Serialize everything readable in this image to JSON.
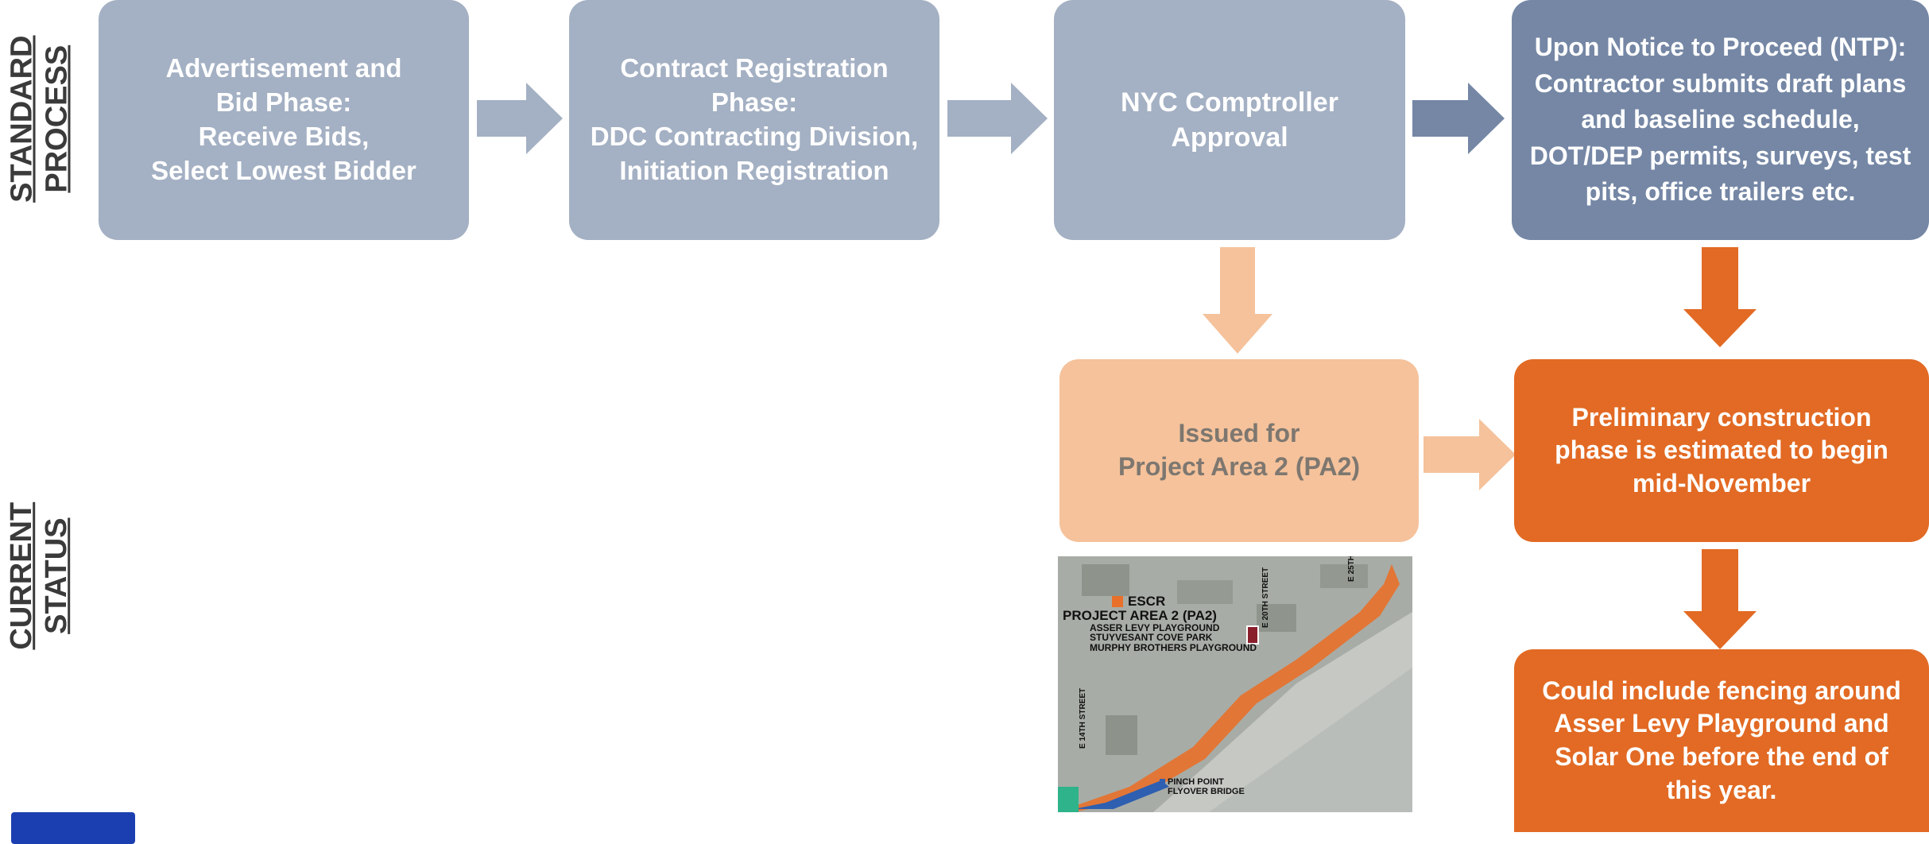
{
  "side_labels": {
    "standard": [
      "STANDARD",
      "PROCESS"
    ],
    "current": [
      "CURRENT",
      "STATUS"
    ]
  },
  "standard_process": [
    {
      "text": "Advertisement and\nBid Phase:\nReceive Bids,\nSelect Lowest Bidder"
    },
    {
      "text": "Contract Registration\nPhase:\nDDC Contracting Division,\nInitiation Registration"
    },
    {
      "text": "NYC Comptroller\nApproval"
    },
    {
      "text": "Upon Notice to Proceed (NTP):\nContractor submits draft plans\nand baseline schedule,\nDOT/DEP permits, surveys, test\npits, office trailers etc."
    }
  ],
  "current_status": {
    "issued": {
      "text": "Issued for\nProject Area 2 (PA2)"
    },
    "preliminary": {
      "text": "Preliminary construction\nphase is estimated to begin\nmid-November"
    },
    "fencing": {
      "text": "Could include fencing around\nAsser Levy Playground and\nSolar One before the end of\nthis year."
    }
  },
  "map": {
    "legend_key": "ESCR",
    "title": "PROJECT AREA 2 (PA2)",
    "sites": [
      "ASSER LEVY PLAYGROUND",
      "STUYVESANT COVE PARK",
      "MURPHY BROTHERS PLAYGROUND"
    ],
    "streets": [
      "E 14TH STREET",
      "E 20TH STREET",
      "E 25TH"
    ],
    "note": [
      "PINCH POINT",
      "FLYOVER BRIDGE"
    ]
  },
  "colors": {
    "gray_box": "#a4b0c3",
    "slate_box": "#7587a5",
    "peach_box": "#f5c29b",
    "orange_box": "#e26a24"
  },
  "icons": [
    "right-arrow-icon",
    "down-arrow-icon"
  ]
}
